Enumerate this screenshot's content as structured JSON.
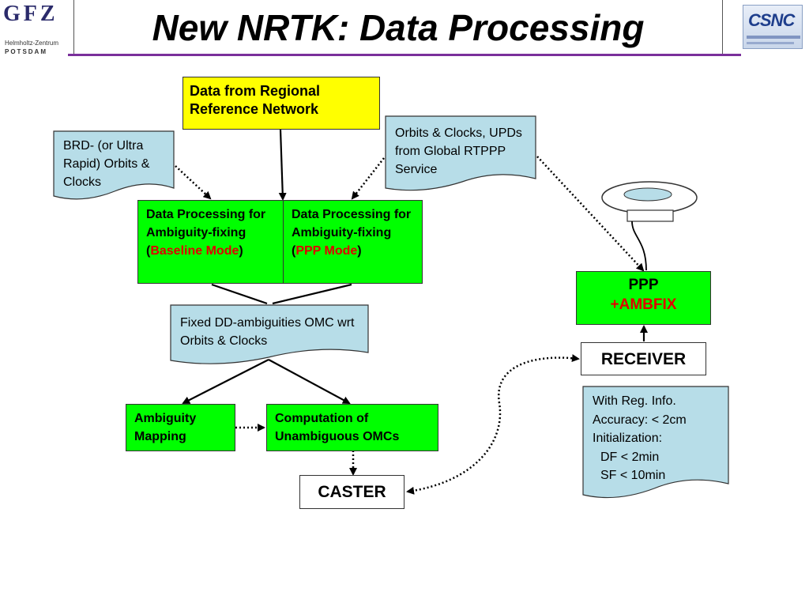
{
  "header": {
    "title": "New NRTK: Data Processing",
    "left_logo": {
      "letters": "GFZ",
      "line1": "Helmholtz-Zentrum",
      "line2": "POTSDAM"
    },
    "right_logo": {
      "word": "CSNC"
    },
    "accent_color": "#7a2f9b"
  },
  "boxes": {
    "regional_network": {
      "text": "Data from Regional Reference Network"
    },
    "brd_orbits": {
      "text": "BRD- (or Ultra Rapid) Orbits & Clocks"
    },
    "global_rtppp": {
      "text": "Orbits & Clocks, UPDs from Global RTPPP Service"
    },
    "baseline_proc": {
      "text": "Data Processing for Ambiguity-fixing ",
      "open": "(",
      "mode": "Baseline Mode",
      "close": ")"
    },
    "ppp_proc": {
      "text": "Data Processing for Ambiguity-fixing (",
      "mode": "PPP Mode",
      "close": ")"
    },
    "fixed_dd": {
      "text": "Fixed DD-ambiguities OMC wrt Orbits & Clocks"
    },
    "amb_mapping": {
      "text": "Ambiguity Mapping"
    },
    "unamb_omc": {
      "text": "Computation of Unambiguous OMCs"
    },
    "caster": {
      "text": "CASTER"
    },
    "ppp_ambfix": {
      "line1": "PPP",
      "line2": "+AMBFIX"
    },
    "receiver": {
      "text": "RECEIVER"
    },
    "accuracy_note": {
      "lines": [
        "With Reg. Info.",
        "Accuracy: < 2cm",
        "Initialization:",
        "DF <  2min",
        "SF < 10min"
      ]
    }
  },
  "colors": {
    "yellow": "#ffff00",
    "green": "#00ff00",
    "note_fill": "#b7dde8",
    "highlight_red": "#e00000"
  },
  "icons": {
    "antenna": "gnss-antenna-icon"
  }
}
